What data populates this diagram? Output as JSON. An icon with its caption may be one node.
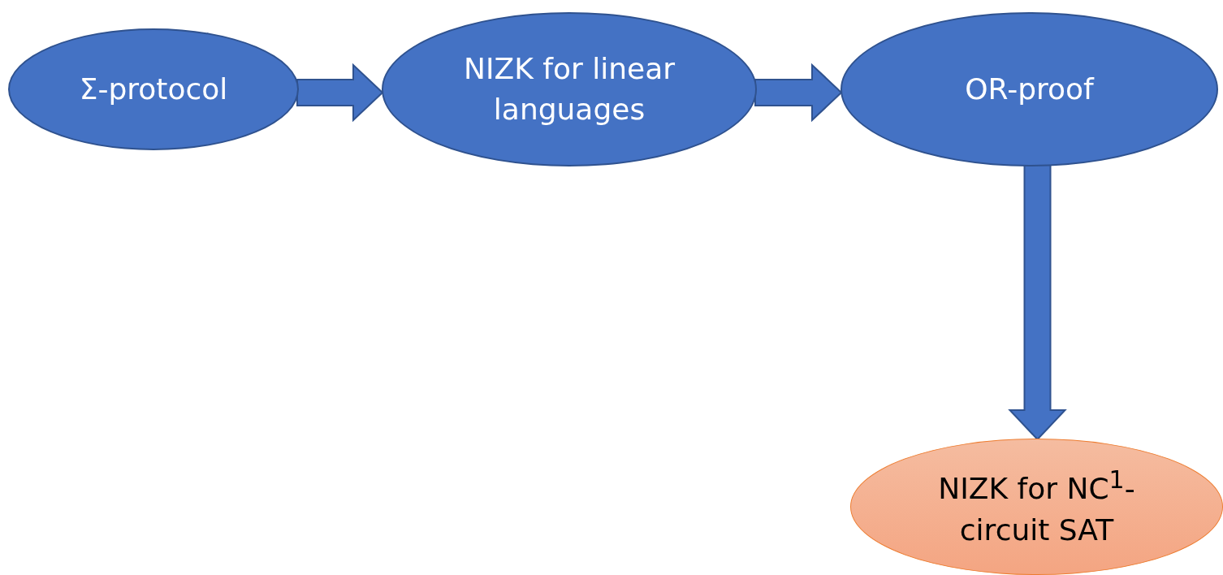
{
  "diagram": {
    "nodes": [
      {
        "text": [
          "Σ-protocol"
        ]
      },
      {
        "text": [
          "NIZK for linear languages"
        ]
      },
      {
        "text": [
          "OR-proof"
        ]
      },
      {
        "text": [
          "NIZK for NC$^{1}$-circuit SAT"
        ]
      }
    ],
    "edges": [
      {
        "from": 0,
        "to": 1,
        "arrow": "to"
      },
      {
        "from": 1,
        "to": 2,
        "arrow": "to"
      },
      {
        "from": 2,
        "to": 3,
        "arrow": "to"
      }
    ]
  }
}
